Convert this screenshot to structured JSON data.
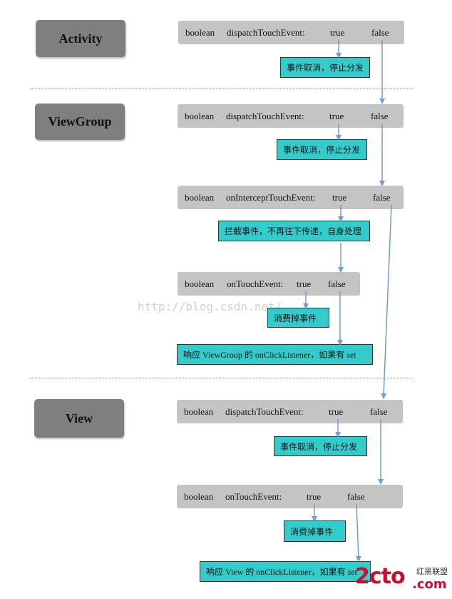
{
  "sections": [
    {
      "label": "Activity"
    },
    {
      "label": "ViewGroup"
    },
    {
      "label": "View"
    }
  ],
  "methods": {
    "activity_dispatch": {
      "type": "boolean",
      "name": "dispatchTouchEvent:",
      "true": "true",
      "false": "false"
    },
    "viewgroup_dispatch": {
      "type": "boolean",
      "name": "dispatchTouchEvent:",
      "true": "true",
      "false": "false"
    },
    "viewgroup_intercept": {
      "type": "boolean",
      "name": "onInterceptTouchEvent:",
      "true": "true",
      "false": "false"
    },
    "viewgroup_touch": {
      "type": "boolean",
      "name": "onTouchEvent:",
      "true": "true",
      "false": "false"
    },
    "view_dispatch": {
      "type": "boolean",
      "name": "dispatchTouchEvent:",
      "true": "true",
      "false": "false"
    },
    "view_touch": {
      "type": "boolean",
      "name": "onTouchEvent:",
      "true": "true",
      "false": "false"
    }
  },
  "results": {
    "activity_cancel": "事件取消，停止分发",
    "viewgroup_cancel": "事件取消，停止分发",
    "viewgroup_intercept": "拦截事件，不再往下传递，自身处理",
    "viewgroup_consume": "消费掉事件",
    "viewgroup_click": "响应 ViewGroup 的 onClickListener，如果有 set",
    "view_cancel": "事件取消，停止分发",
    "view_consume": "消费掉事件",
    "view_click": "响应 View 的 onClickListener，如果有 set"
  },
  "watermark": "http://blog.csdn.net/",
  "brand": {
    "logo": "2cto",
    "domain": ".com",
    "cn": "红黑联盟"
  },
  "colors": {
    "label": "#7f7f7f",
    "method": "#c4c4c4",
    "result": "#33cccc",
    "arrow": "#6f9fcf",
    "separator": "#6f9fd0"
  }
}
